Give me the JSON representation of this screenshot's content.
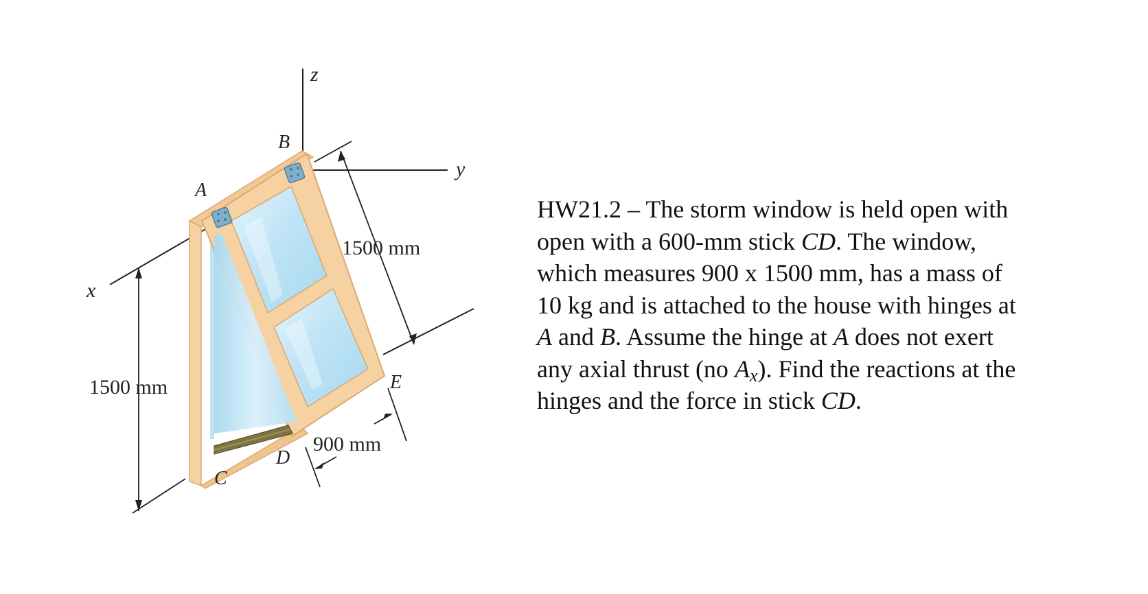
{
  "figure": {
    "axis_labels": {
      "z": "z",
      "y": "y",
      "x": "x"
    },
    "point_labels": {
      "A": "A",
      "B": "B",
      "C": "C",
      "D": "D",
      "E": "E"
    },
    "dimensions": {
      "window_length": "1500 mm",
      "vertical_height": "1500 mm",
      "window_width": "900 mm"
    },
    "colors": {
      "frame": "#f6d2a2",
      "frame_edge": "#e2b27a",
      "glass": "#bfe4f6",
      "glass_light": "#e4f5fd",
      "stick": "#7e7442",
      "hinge": "#7fb0c8",
      "line": "#222222"
    }
  },
  "problem": {
    "lines": [
      {
        "t1": "HW21.2 – The storm window is held open with"
      },
      {
        "t1": "open with a 600-mm stick ",
        "i1": "CD",
        "t2": ". The window,"
      },
      {
        "t1": "which measures 900 x 1500 mm, has a mass of"
      },
      {
        "t1": "10 kg and is attached to the house with hinges at"
      },
      {
        "i1": "A",
        "t1": " and ",
        "i2": "B",
        "t2": ". Assume the hinge at ",
        "i3": "A",
        "t3": " does not exert"
      },
      {
        "t1": "any axial thrust (no ",
        "i1": "A",
        "sub": "x",
        "t2": "). Find the reactions at the"
      },
      {
        "t1": "hinges and the force in stick ",
        "i1": "CD",
        "t2": "."
      }
    ]
  }
}
